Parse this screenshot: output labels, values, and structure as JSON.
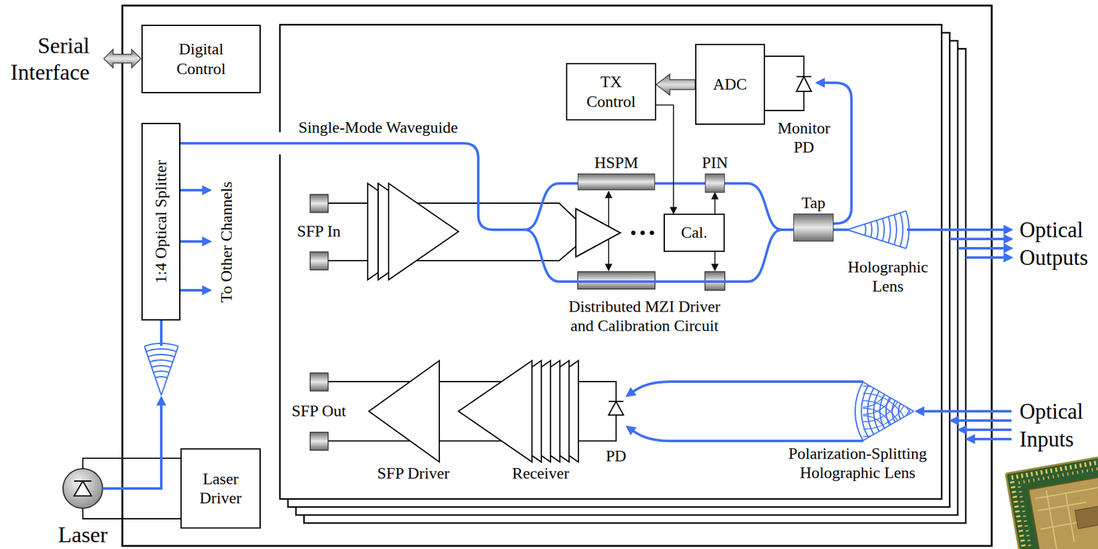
{
  "diagram": {
    "nodes": [
      {
        "text": [
          "Digital Control"
        ]
      },
      {
        "text": [
          "1:4 Optical Splitter"
        ]
      },
      {
        "text": [
          "TX Control"
        ]
      },
      {
        "text": [
          "ADC"
        ]
      },
      {
        "text": [
          "HSPM"
        ]
      },
      {
        "text": [
          "PIN"
        ]
      },
      {
        "text": [
          "Cal."
        ]
      },
      {
        "text": [
          "Tap"
        ]
      },
      {
        "text": [
          "Laser Driver"
        ]
      }
    ],
    "edges": [
      {
        "from": 3,
        "to": 2,
        "arrow": "to"
      },
      {
        "from": 2,
        "to": 6,
        "arrow": "to"
      },
      {
        "from": 6,
        "to": 5,
        "arrow": "to"
      }
    ],
    "labels": [
      "Serial Interface",
      "To Other Channels",
      "Single-Mode Waveguide",
      "Monitor PD",
      "SFP In",
      "Distributed MZI Driver and Calibration Circuit",
      "Holographic Lens",
      "Optical Outputs",
      "SFP Out",
      "SFP Driver",
      "Receiver",
      "PD",
      "Polarization-Splitting Holographic Lens",
      "Optical Inputs",
      "Laser"
    ]
  }
}
